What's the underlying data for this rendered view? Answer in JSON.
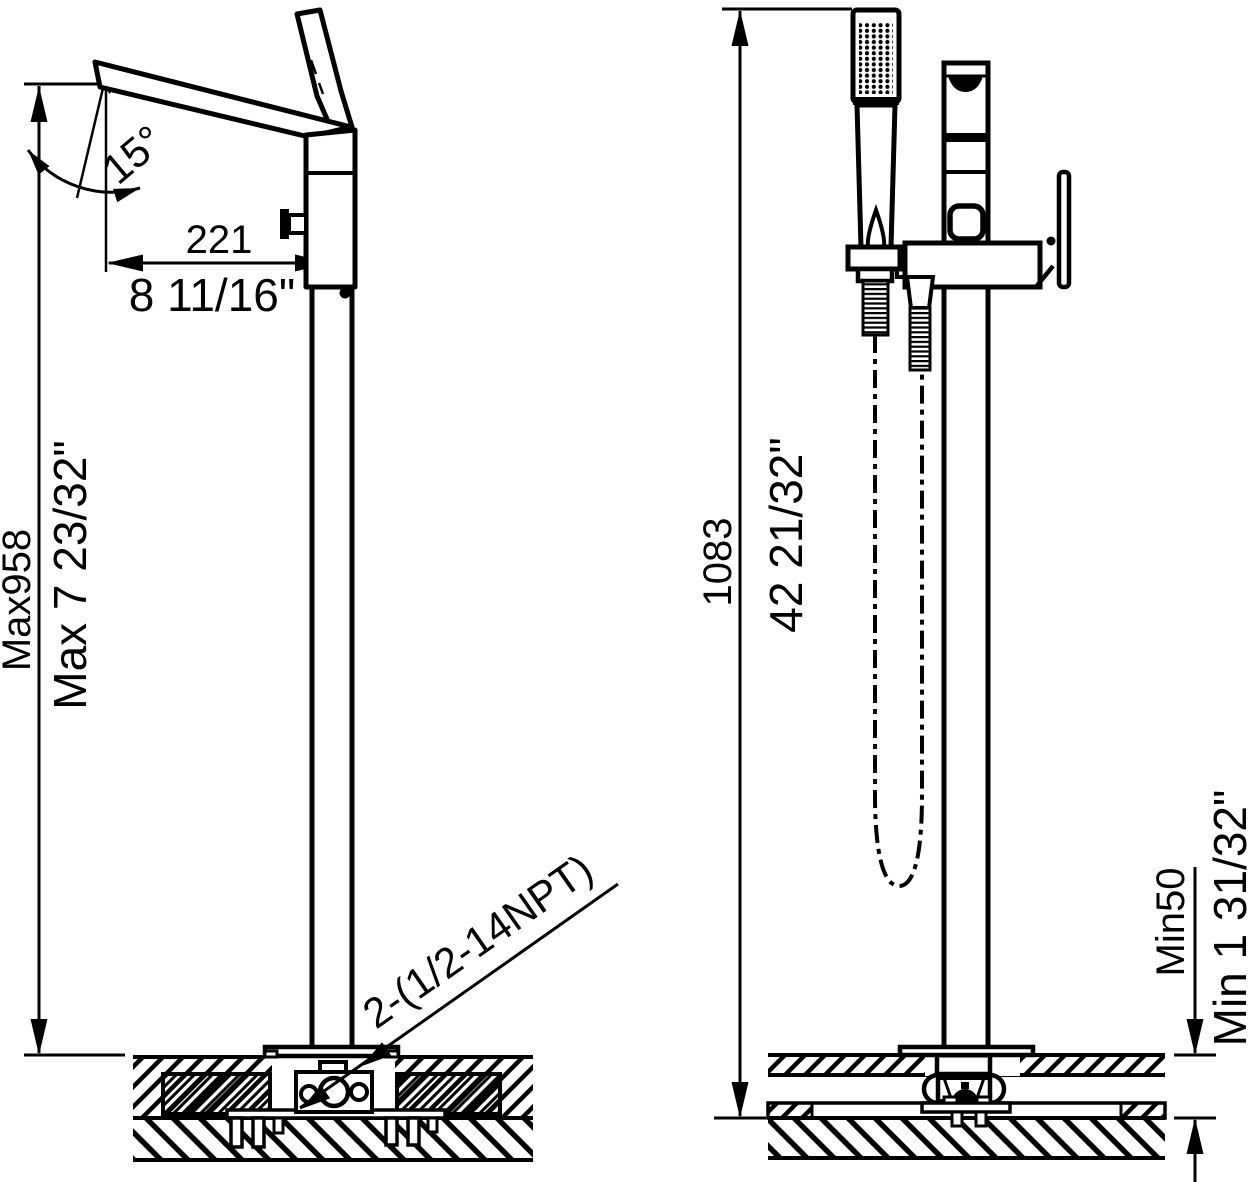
{
  "page": {
    "background": "#ffffff",
    "line_color": "#000000",
    "description": "Freestanding tub filler faucet installation dimension drawing, side view and front view"
  },
  "side_view": {
    "labels": {
      "spout_angle": "15°",
      "spout_reach_mm": "221",
      "spout_reach_in": "8 11/16\"",
      "max_height_mm": "Max958",
      "max_height_in": "Max 7 23/32\"",
      "inlet_note": "2-(1/2-14NPT)"
    }
  },
  "front_view": {
    "labels": {
      "overall_height_mm": "1083",
      "overall_height_in": "42 21/32\"",
      "deck_min_mm": "Min50",
      "deck_min_in": "Min 1 31/32\""
    }
  }
}
